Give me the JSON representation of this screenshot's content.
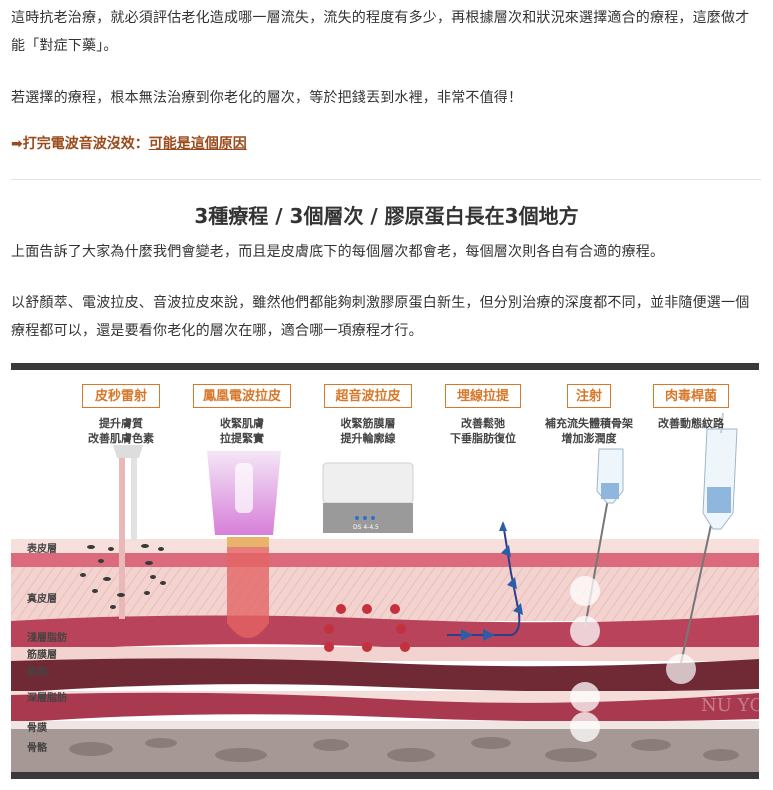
{
  "paragraphs": {
    "p1": "這時抗老治療，就必須評估老化造成哪一層流失，流失的程度有多少，再根據層次和狀況來選擇適合的療程，這麼做才能「對症下藥」。",
    "p2": "若選擇的療程，根本無法治療到你老化的層次，等於把錢丟到水裡，非常不值得！",
    "link_prefix": "➡打完電波音波沒效：",
    "link_text": "可能是這個原因",
    "heading": "3種療程 / 3個層次 / 膠原蛋白長在3個地方",
    "p3": "上面告訴了大家為什麼我們會變老，而且是皮膚底下的每個層次都會老，每個層次則各自有合適的療程。",
    "p4": "以舒顏萃、電波拉皮、音波拉皮來說，雖然他們都能夠刺激膠原蛋白新生，但分別治療的深度都不同，並非隨便選一個療程都可以，還是要看你老化的層次在哪，適合哪一項療程才行。"
  },
  "figure": {
    "treatments": [
      {
        "tag": "皮秒雷射",
        "desc1": "提升膚質",
        "desc2": "改善肌膚色素"
      },
      {
        "tag": "鳳凰電波拉皮",
        "desc1": "收緊肌膚",
        "desc2": "拉提緊實"
      },
      {
        "tag": "超音波拉皮",
        "desc1": "收緊筋膜層",
        "desc2": "提升輪廓線"
      },
      {
        "tag": "埋線拉提",
        "desc1": "改善鬆弛",
        "desc2": "下垂脂肪復位"
      },
      {
        "tag": "注射",
        "desc1": "補充流失體積骨架",
        "desc2": "增加澎潤度"
      },
      {
        "tag": "肉毒桿菌",
        "desc1": "改善動態紋路",
        "desc2": ""
      }
    ],
    "layers": [
      "表皮層",
      "真皮層",
      "淺層脂肪",
      "筋膜層",
      "肌肉",
      "深層脂肪",
      "骨膜",
      "骨骼"
    ],
    "device_label": "DS 4-4.5",
    "watermark": "NU YOU"
  },
  "colors": {
    "accent": "#d7782b",
    "link": "#9a4b1c",
    "dark_bar": "#3a3a3a"
  }
}
